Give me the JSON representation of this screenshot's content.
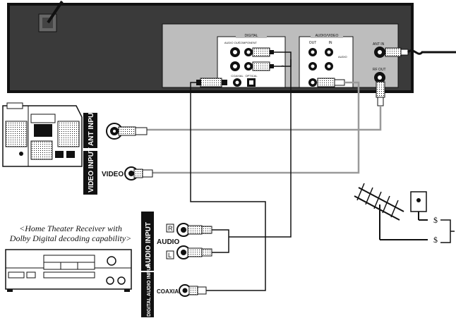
{
  "colors": {
    "panel_dark": "#3a3a3a",
    "panel_light": "#bdbdbd",
    "cable_gray": "#9a9a9a",
    "line_black": "#111111"
  },
  "dvd_panel": {
    "digital_group_title": "DIGITAL",
    "audio_out_label": "AUDIO OUT",
    "component_label": "COMPONENT",
    "coaxial_label": "COAXIAL",
    "optical_label": "OPTICAL",
    "audio_video_group_title": "AUDIO/VIDEO",
    "out_label": "OUT",
    "in_label": "IN",
    "audio_label": "AUDIO",
    "ant_in_label": "ANT IN",
    "rf_out_label": "RF OUT"
  },
  "tv": {
    "ant_input_label": "ANT INPUT",
    "video_input_label": "VIDEO INPUT",
    "video_label": "VIDEO"
  },
  "receiver": {
    "caption_line1": "<Home Theater Receiver with",
    "caption_line2": "Dolby Digital decoding capability>",
    "audio_input_label": "AUDIO INPUT",
    "audio_label": "AUDIO",
    "r_label": "R",
    "l_label": "L",
    "digital_audio_input_label": "DIGITAL AUDIO INPUT",
    "coaxial_label": "COAXIAL"
  },
  "icons": [
    "tv-icon",
    "receiver-icon",
    "antenna-icon",
    "wall-outlet-icon",
    "rca-plug-icon",
    "coax-plug-icon"
  ]
}
